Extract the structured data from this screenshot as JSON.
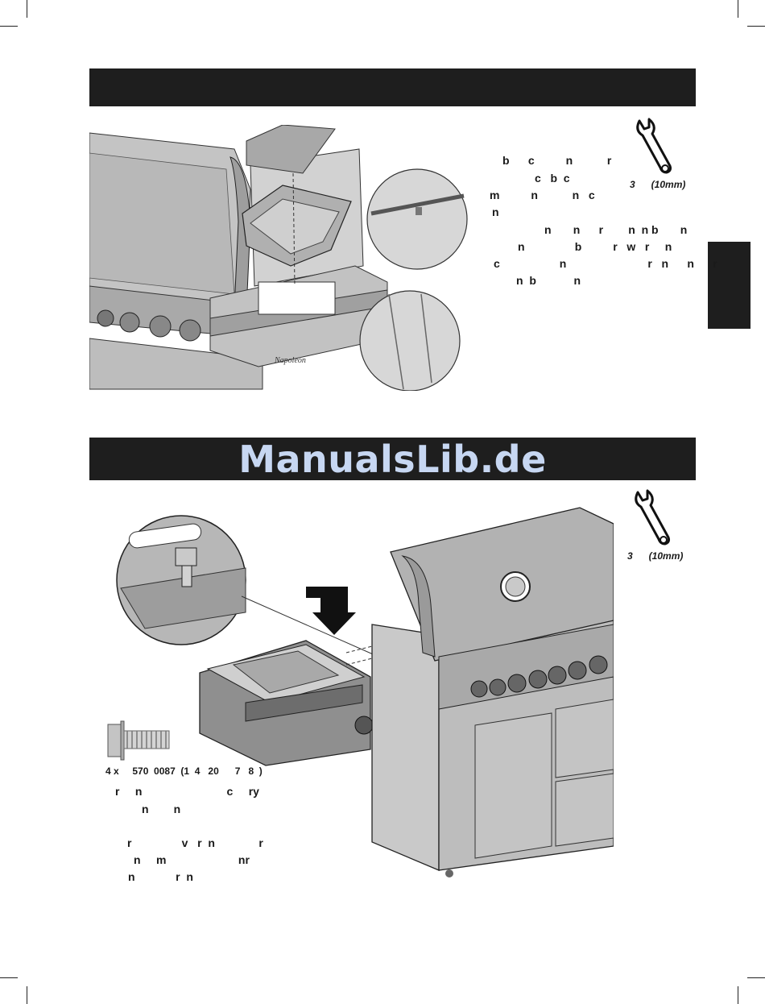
{
  "step_top": {
    "header_text": "",
    "tool_label": "3      (10mm)",
    "instruction_lines": [
      "b      c          n           r",
      "c   b  c",
      "m          n           n   c",
      "n",
      "n       n      r        n  n b       n",
      "n                b          r   w   r     n",
      "c                   n                          r   n      n      r",
      "n  b            n"
    ]
  },
  "step_bottom": {
    "watermark": "ManualsLib.de",
    "tool_label": "3      (10mm)",
    "part_label": "4 x     570  0087  (1  4   20      7   8  )",
    "instruction_lines": [
      "r     n                           c     ry",
      "n        n",
      "r                v   r  n              r",
      "n     m                       nr",
      "n             r  n"
    ]
  },
  "colors": {
    "header_bar": "#1e1e1e",
    "watermark": "#c7d7f2",
    "drawing_fill": "#b9b9b9",
    "drawing_line": "#333333"
  },
  "icons": [
    "wrench-icon",
    "wrench-icon",
    "bolt-icon",
    "arrow-down-icon"
  ]
}
